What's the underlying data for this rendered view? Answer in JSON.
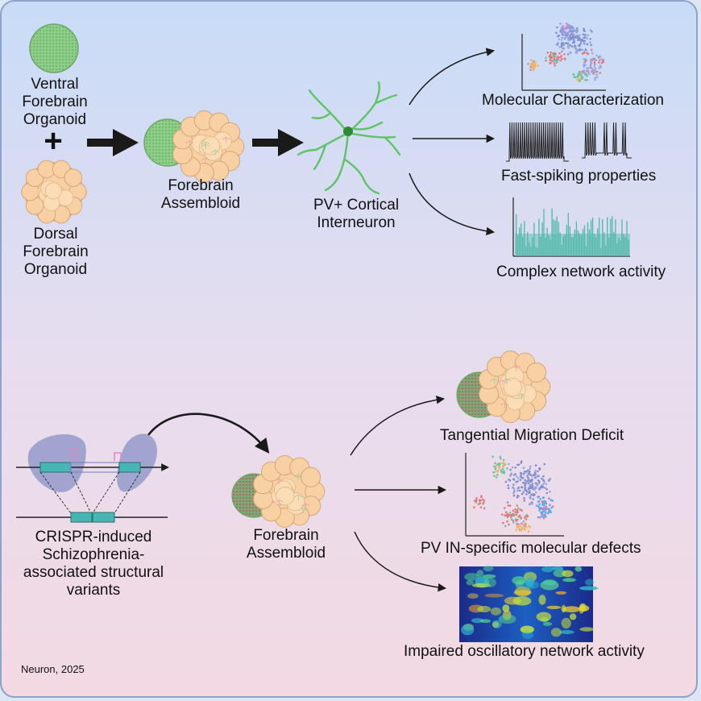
{
  "panel_top": {
    "ventral_organoid": [
      "Ventral",
      "Forebrain",
      "Organoid"
    ],
    "plus_sign": "+",
    "dorsal_organoid": [
      "Dorsal",
      "Forebrain",
      "Organoid"
    ],
    "assembloid": [
      "Forebrain",
      "Assembloid"
    ],
    "interneuron": [
      "PV+ Cortical",
      "Interneuron"
    ],
    "outputs": {
      "molecular": "Molecular Characterization",
      "fast_spiking": "Fast-spiking properties",
      "network": "Complex network activity"
    }
  },
  "panel_bottom": {
    "crispr": [
      "CRISPR-induced",
      "Schizophrenia-",
      "associated structural",
      "variants"
    ],
    "assembloid": [
      "Forebrain",
      "Assembloid"
    ],
    "outputs": {
      "migration": "Tangential Migration Deficit",
      "molecular_defects": "PV IN-specific molecular defects",
      "oscillatory": "Impaired oscillatory network activity"
    }
  },
  "citation": "Neuron, 2025",
  "colors": {
    "ventral_green": "#8fce8a",
    "dorsal_peach": "#f7d0a4",
    "neuron_green": "#5ec465",
    "trace_teal": "#4bb9a8",
    "arrow_black": "#1a1a1a",
    "sv_block_teal": "#46b5b3",
    "sv_shadow": "#8d96c7"
  }
}
